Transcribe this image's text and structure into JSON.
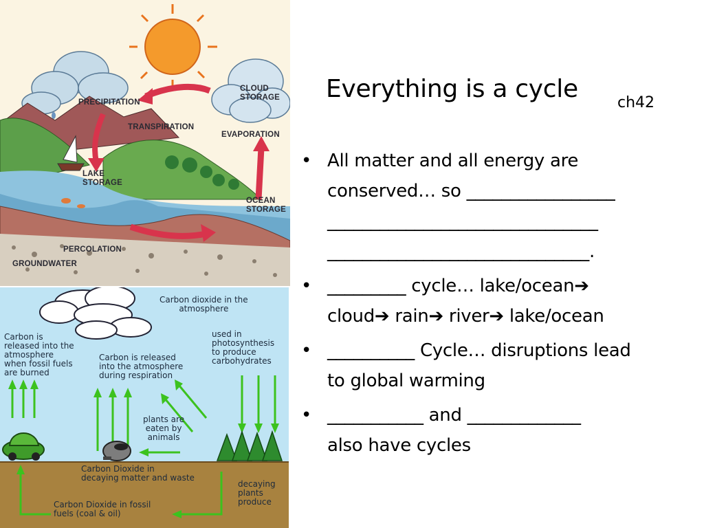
{
  "slide": {
    "title": "Everything is a cycle",
    "code": "ch42",
    "bullet_char": "•",
    "bullets": [
      {
        "lines": [
          "All matter and all energy are",
          "conserved… so _________________",
          "_______________________________",
          "______________________________."
        ]
      },
      {
        "lines": [
          "_________ cycle… lake/ocean➔",
          "cloud➔ rain➔ river➔ lake/ocean"
        ]
      },
      {
        "lines": [
          "__________ Cycle… disruptions lead",
          "to global warming"
        ]
      },
      {
        "lines": [
          "___________ and _____________",
          "also have cycles"
        ]
      }
    ]
  },
  "water_cycle": {
    "labels": {
      "precipitation": "PRECIPITATION",
      "cloud_storage": "CLOUD\nSTORAGE",
      "transpiration": "TRANSPIRATION",
      "evaporation": "EVAPORATION",
      "lake_storage": "LAKE\nSTORAGE",
      "ocean_storage": "OCEAN\nSTORAGE",
      "percolation": "PERCOLATION",
      "groundwater": "GROUNDWATER"
    }
  },
  "carbon_cycle": {
    "labels": {
      "atmosphere": "Carbon dioxide in the\natmosphere",
      "fossil_release": "Carbon is\nreleased into the\natmosphere\nwhen fossil fuels\nare burned",
      "respiration": "Carbon is released\ninto the atmosphere\nduring respiration",
      "photosynthesis": "used in\nphotosynthesis\nto produce\ncarbohydrates",
      "eaten": "plants are\neaten by\nanimals",
      "decaying_matter": "Carbon Dioxide in\ndecaying matter and waste",
      "decaying_plants": "decaying\nplants\nproduce",
      "fossil_fuels": "Carbon Dioxide in fossil\nfuels (coal & oil)"
    },
    "colors": {
      "arrow": "#3cc21e",
      "sky": "#bfe4f4",
      "soil": "#a8823f"
    }
  }
}
